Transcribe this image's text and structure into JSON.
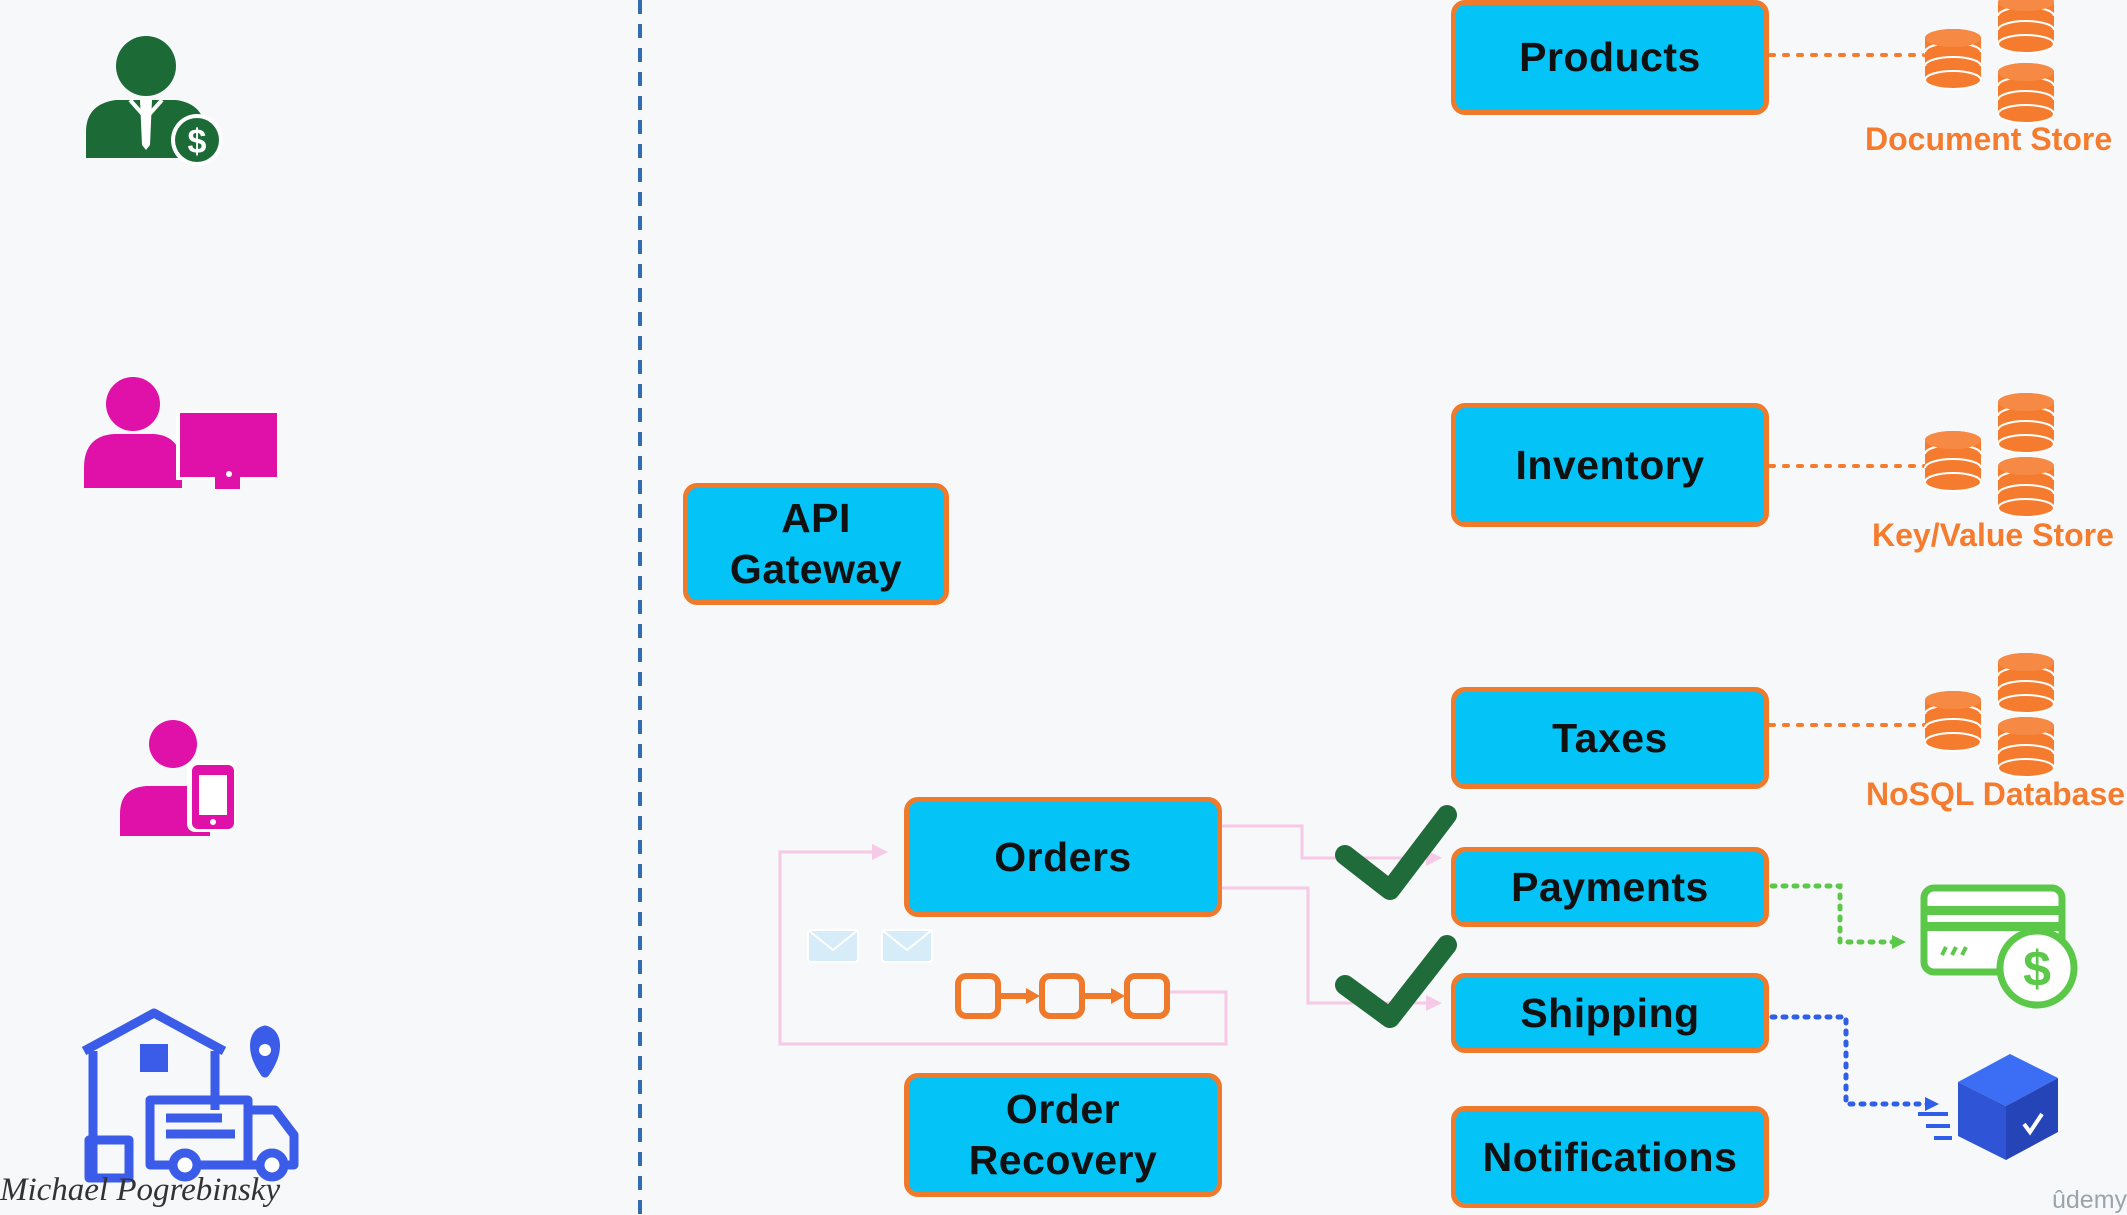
{
  "services": {
    "api_gateway": "API\nGateway",
    "products": "Products",
    "inventory": "Inventory",
    "taxes": "Taxes",
    "orders": "Orders",
    "payments": "Payments",
    "shipping": "Shipping",
    "order_recovery": "Order\nRecovery",
    "notifications": "Notifications"
  },
  "stores": {
    "products": "Document Store",
    "inventory": "Key/Value Store",
    "taxes": "NoSQL Database"
  },
  "users": [
    {
      "icon": "businessman-dollar-icon"
    },
    {
      "icon": "user-desktop-icon"
    },
    {
      "icon": "user-mobile-icon"
    },
    {
      "icon": "warehouse-delivery-icon"
    }
  ],
  "icons": {
    "database": "database-stack-icon",
    "payment": "credit-card-dollar-icon",
    "shipping": "shipping-box-icon",
    "check": "checkmark-icon",
    "message": "envelope-icon",
    "workflow": "saga-steps-icon"
  },
  "credit": {
    "author": "Michael Pogrebinsky",
    "watermark": "ûdemy"
  },
  "colors": {
    "background": "#f7f8fa",
    "service_fill": "#04c3f6",
    "service_border": "#f07a2c",
    "store": "#f57c2e",
    "divider": "#2f6db5",
    "check": "#1f6b3a",
    "payment": "#5cc84a",
    "shipping": "#2f5ee8",
    "admin_user": "#1c6b36",
    "customer_user": "#e011a8",
    "arrow_faint": "#f6c9e6"
  }
}
